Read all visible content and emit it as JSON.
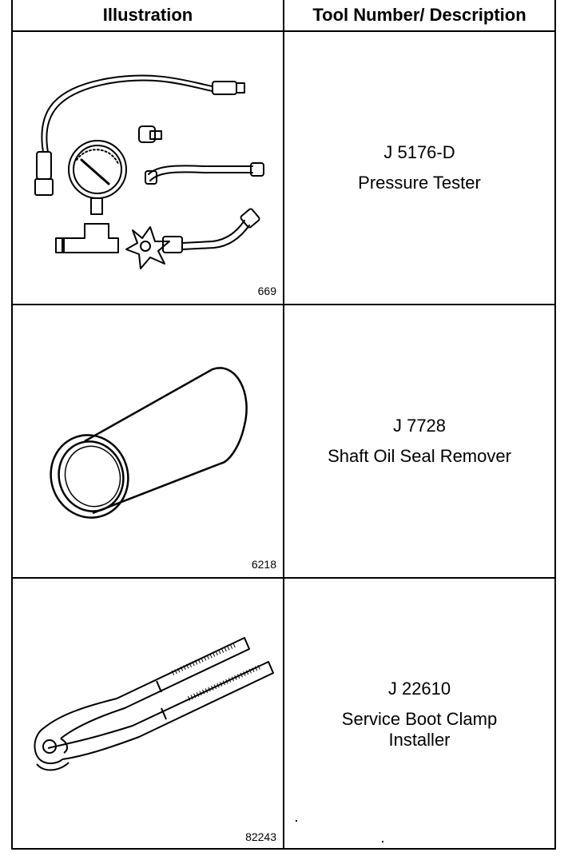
{
  "header": {
    "illustration": "Illustration",
    "tool": "Tool Number/ Description"
  },
  "rows": [
    {
      "figure": "669",
      "number": "J 5176-D",
      "description": [
        "Pressure Tester"
      ]
    },
    {
      "figure": "6218",
      "number": "J 7728",
      "description": [
        "Shaft Oil Seal Remover"
      ]
    },
    {
      "figure": "82243",
      "number": "J 22610",
      "description": [
        "Service Boot Clamp",
        "Installer"
      ]
    }
  ]
}
